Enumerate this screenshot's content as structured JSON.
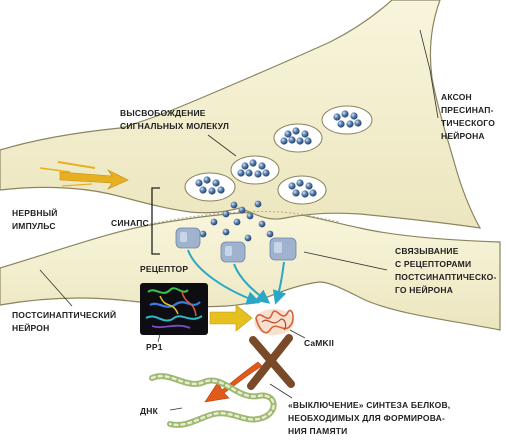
{
  "labels": {
    "release": [
      "ВЫСВОБОЖДЕНИЕ",
      "СИГНАЛЬНЫХ МОЛЕКУЛ"
    ],
    "axon": [
      "АКСОН",
      "ПРЕСИНАП-",
      "ТИЧЕСКОГО",
      "НЕЙРОНА"
    ],
    "impulse": [
      "НЕРВНЫЙ",
      "ИМПУЛЬС"
    ],
    "synapse": "СИНАПС",
    "binding": [
      "СВЯЗЫВАНИЕ",
      "С РЕЦЕПТОРАМИ",
      "ПОСТСИНАПТИЧЕСКО-",
      "ГО НЕЙРОНА"
    ],
    "receptor": "РЕЦЕПТОР",
    "postsynaptic": [
      "ПОСТСИНАПТИЧЕСКИЙ",
      "НЕЙРОН"
    ],
    "pp1": "PP1",
    "camkii": "CaMKII",
    "dna": "ДНК",
    "switch_off": [
      "«ВЫКЛЮЧЕНИЕ» СИНТЕЗА БЕЛКОВ,",
      "НЕОБХОДИМЫХ ДЛЯ ФОРМИРОВА-",
      "НИЯ ПАМЯТИ"
    ]
  },
  "colors": {
    "neuron_fill": "#f3efcf",
    "neuron_stroke": "#8a8560",
    "vesicle": "#3f6797",
    "receptor": "#9fb3cf",
    "signal_arrow": "#2aa6c6",
    "impulse_arrow": "#e8b020",
    "pp1_arrow": "#e6c020",
    "block_arrow": "#e05a1a",
    "cross": "#7a4a28",
    "camkii": "#d8603a"
  }
}
